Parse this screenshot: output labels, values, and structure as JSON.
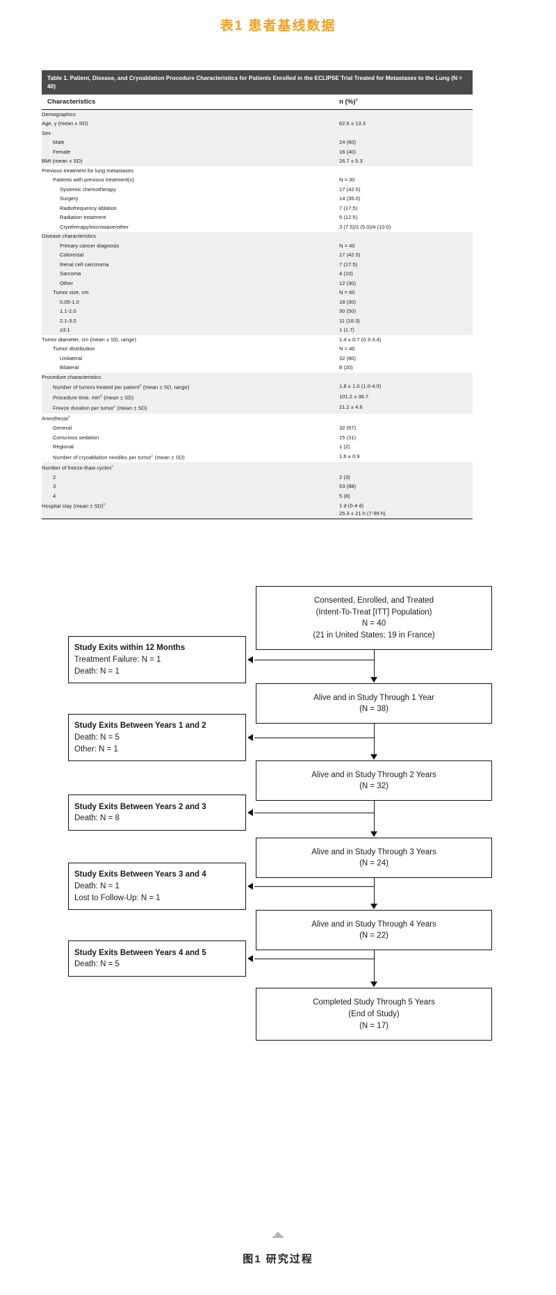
{
  "page": {
    "title_cn": "表1  患者基线数据",
    "figure_caption_cn": "图1  研究过程",
    "accent_color": "#f0a020"
  },
  "table": {
    "caption": "Table 1. Patient, Disease, and Cryoablation Procedure Characteristics for Patients Enrolled in the ECLIPSE Trial Treated for Metastases to the Lung (N = 40)",
    "header": {
      "col1": "Characteristics",
      "col2": "n (%)",
      "col2_footnote": "a"
    },
    "rows": [
      {
        "label": "Demographics",
        "value": "",
        "indent": 0,
        "shade": true
      },
      {
        "label": "Age, y (mean ± SD)",
        "value": "62.6 ± 13.3",
        "indent": 0,
        "shade": true
      },
      {
        "label": "Sex",
        "value": "",
        "indent": 0,
        "shade": true
      },
      {
        "label": "Male",
        "value": "24 (60)",
        "indent": 1,
        "shade": true
      },
      {
        "label": "Female",
        "value": "16 (40)",
        "indent": 1,
        "shade": true
      },
      {
        "label": "BMI (mean ± SD)",
        "value": "26.7 ± 5.3",
        "indent": 0,
        "shade": true
      },
      {
        "label": "Previous treatment for lung metastases",
        "value": "",
        "indent": 0,
        "shade": false
      },
      {
        "label": "Patients with previous treatment(s)",
        "value": "N = 30",
        "indent": 1,
        "shade": false
      },
      {
        "label": "Systemic chemotherapy",
        "value": "17 (42.5)",
        "indent": 2,
        "shade": false
      },
      {
        "label": "Surgery",
        "value": "14 (35.0)",
        "indent": 2,
        "shade": false
      },
      {
        "label": "Radiofrequency ablation",
        "value": "7 (17.5)",
        "indent": 2,
        "shade": false
      },
      {
        "label": "Radiation treatment",
        "value": "5 (12.5)",
        "indent": 2,
        "shade": false
      },
      {
        "label": "Cryotherapy/microwave/other",
        "value": "3 (7.5)/2 (5.0)/4 (10.0)",
        "indent": 2,
        "shade": false
      },
      {
        "label": "Disease characteristics",
        "value": "",
        "indent": 0,
        "shade": true
      },
      {
        "label": "Primary cancer diagnosis",
        "value": "N = 40",
        "indent": 2,
        "shade": true
      },
      {
        "label": "Colorectal",
        "value": "17 (42.5)",
        "indent": 2,
        "shade": true
      },
      {
        "label": "Renal cell carcinoma",
        "value": "7 (17.5)",
        "indent": 2,
        "shade": true
      },
      {
        "label": "Sarcoma",
        "value": "4 (10)",
        "indent": 2,
        "shade": true
      },
      {
        "label": "Other",
        "value": "12 (30)",
        "indent": 2,
        "shade": true
      },
      {
        "label": "Tumor size, cm",
        "value": "N = 60",
        "indent": 1,
        "shade": true
      },
      {
        "label": "0.05-1.0",
        "value": "18 (30)",
        "indent": 2,
        "shade": true
      },
      {
        "label": "1.1-2.0",
        "value": "30 (50)",
        "indent": 2,
        "shade": true
      },
      {
        "label": "2.1-3.0",
        "value": "11 (18.3)",
        "indent": 2,
        "shade": true
      },
      {
        "label": "≥3.1",
        "value": "1 (1.7)",
        "indent": 2,
        "shade": true
      },
      {
        "label": "Tumor diameter, cm (mean ± SD, range)",
        "value": "1.4 ± 0.7 (0.3-3.4)",
        "indent": 0,
        "shade": false
      },
      {
        "label": "Tumor distribution",
        "value": "N = 40",
        "indent": 1,
        "shade": false
      },
      {
        "label": "Unilateral",
        "value": "32 (80)",
        "indent": 2,
        "shade": false
      },
      {
        "label": "Bilateral",
        "value": "8 (20)",
        "indent": 2,
        "shade": false
      },
      {
        "label": "Procedure characteristics",
        "value": "",
        "indent": 0,
        "shade": true
      },
      {
        "label": "Number of tumors treated per patient",
        "footnote": "b",
        "label_tail": " (mean ± SD, range)",
        "value": "1.8 ± 1.0 (1.0-4.0)",
        "indent": 1,
        "shade": true
      },
      {
        "label": "Procedure time, min",
        "footnote": "b",
        "label_tail": " (mean ± SD)",
        "value": "101.2 ± 38.7",
        "indent": 1,
        "shade": true
      },
      {
        "label": "Freeze duration per tumor",
        "footnote": "c",
        "label_tail": " (mean ± SD)",
        "value": "21.2 ± 4.6",
        "indent": 1,
        "shade": true
      },
      {
        "label": "Anesthesia",
        "footnote": "b",
        "label_tail": "",
        "value": "",
        "indent": 0,
        "shade": false
      },
      {
        "label": "General",
        "value": "32 (67)",
        "indent": 1,
        "shade": false
      },
      {
        "label": "Conscious sedation",
        "value": "15 (31)",
        "indent": 1,
        "shade": false
      },
      {
        "label": "Regional",
        "value": "1 (2)",
        "indent": 1,
        "shade": false
      },
      {
        "label": "Number of cryoablation needles per tumor",
        "footnote": "c",
        "label_tail": " (mean ± SD)",
        "value": "1.6 ± 0.9",
        "indent": 1,
        "shade": false
      },
      {
        "label": "Number of freeze-thaw cycles",
        "footnote": "c",
        "label_tail": "",
        "value": "",
        "indent": 0,
        "shade": true
      },
      {
        "label": "2",
        "value": "2 (3)",
        "indent": 1,
        "shade": true
      },
      {
        "label": "3",
        "value": "53 (88)",
        "indent": 1,
        "shade": true
      },
      {
        "label": "4",
        "value": "5 (8)",
        "indent": 1,
        "shade": true
      },
      {
        "label": "Hospital stay (mean ± SD)",
        "footnote": "b",
        "label_tail": "",
        "value": "1 d (0-4 d)\n25.3 ± 21 h (7-99 h)",
        "indent": 0,
        "shade": true
      }
    ]
  },
  "flowchart": {
    "main_boxes": [
      {
        "id": "enrolled",
        "lines": [
          "Consented, Enrolled, and Treated",
          "(Intent-To-Treat [ITT] Population)",
          "N = 40",
          "(21 in United States; 19 in France)"
        ]
      },
      {
        "id": "year1",
        "lines": [
          "Alive and in Study Through 1 Year",
          "(N = 38)"
        ]
      },
      {
        "id": "year2",
        "lines": [
          "Alive and in Study Through 2 Years",
          "(N = 32)"
        ]
      },
      {
        "id": "year3",
        "lines": [
          "Alive and in Study Through 3 Years",
          "(N = 24)"
        ]
      },
      {
        "id": "year4",
        "lines": [
          "Alive and in Study Through 4 Years",
          "(N = 22)"
        ]
      },
      {
        "id": "completed",
        "lines": [
          "Completed Study Through 5 Years",
          "(End of Study)",
          "(N = 17)"
        ]
      }
    ],
    "exit_boxes": [
      {
        "id": "exit12mo",
        "heading": "Study Exits within 12 Months",
        "lines": [
          "Treatment Failure: N = 1",
          "Death: N = 1"
        ]
      },
      {
        "id": "exitY1Y2",
        "heading": "Study Exits Between Years 1 and 2",
        "lines": [
          "Death: N = 5",
          "Other: N = 1"
        ]
      },
      {
        "id": "exitY2Y3",
        "heading": "Study Exits Between Years 2 and 3",
        "lines": [
          "Death: N = 8"
        ]
      },
      {
        "id": "exitY3Y4",
        "heading": "Study Exits Between Years 3 and 4",
        "lines": [
          "Death: N = 1",
          "Lost to Follow-Up: N = 1"
        ]
      },
      {
        "id": "exitY4Y5",
        "heading": "Study Exits Between Years 4 and 5",
        "lines": [
          "Death: N = 5"
        ]
      }
    ]
  }
}
